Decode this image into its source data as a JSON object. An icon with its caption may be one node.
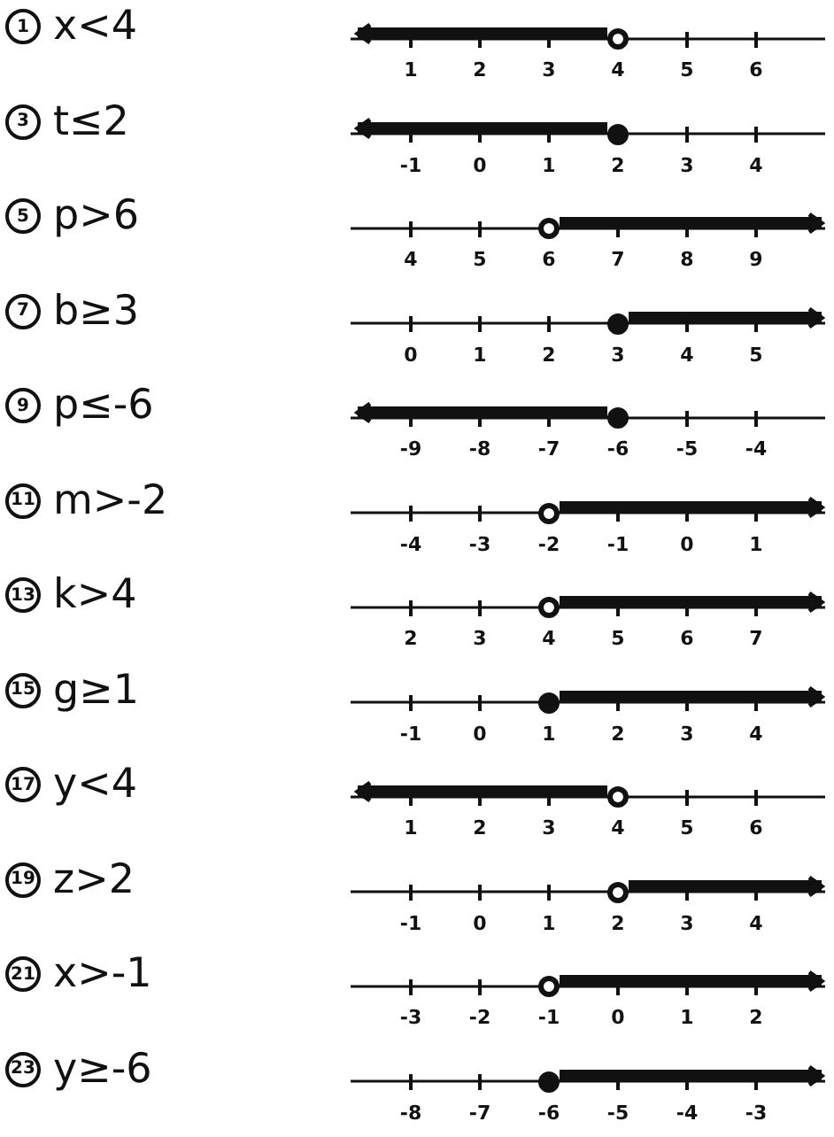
{
  "diagram": {
    "nodes": [
      {
        "text": [
          "1"
        ],
        "beside": [
          "x<4"
        ]
      },
      {
        "text": [],
        "shape": "circle"
      },
      {
        "text": [
          "3"
        ],
        "beside": [
          "t≤2"
        ]
      },
      {
        "text": [],
        "shape": "dot"
      },
      {
        "text": [
          "5"
        ],
        "beside": [
          "p>6"
        ]
      },
      {
        "text": [],
        "shape": "circle"
      },
      {
        "text": [
          "7"
        ],
        "beside": [
          "b≥3"
        ]
      },
      {
        "text": [],
        "shape": "dot"
      },
      {
        "text": [
          "9"
        ],
        "beside": [
          "p≤-6"
        ]
      },
      {
        "text": [],
        "shape": "dot"
      },
      {
        "text": [
          "11"
        ],
        "beside": [
          "m>-2"
        ]
      },
      {
        "text": [],
        "shape": "circle"
      },
      {
        "text": [
          "13"
        ],
        "beside": [
          "k>4"
        ]
      },
      {
        "text": [],
        "shape": "circle"
      },
      {
        "text": [
          "15"
        ],
        "beside": [
          "g≥1"
        ]
      },
      {
        "text": [],
        "shape": "dot"
      },
      {
        "text": [
          "17"
        ],
        "beside": [
          "y<4"
        ]
      },
      {
        "text": [],
        "shape": "circle"
      },
      {
        "text": [
          "19"
        ],
        "beside": [
          "z>2"
        ]
      },
      {
        "text": [],
        "shape": "circle"
      },
      {
        "text": [
          "21"
        ],
        "beside": [
          "x>-1"
        ]
      },
      {
        "text": [],
        "shape": "circle"
      },
      {
        "text": [
          "23"
        ],
        "beside": [
          "y≥-6"
        ]
      },
      {
        "text": [],
        "shape": "dot"
      }
    ],
    "edges": [
      {
        "from": 1,
        "to": null,
        "arrow": "to"
      },
      {
        "from": 3,
        "to": null,
        "arrow": "to"
      },
      {
        "from": 5,
        "to": null,
        "arrow": "to"
      },
      {
        "from": 7,
        "to": null,
        "arrow": "to"
      },
      {
        "from": 9,
        "to": null,
        "arrow": "to"
      },
      {
        "from": 11,
        "to": null,
        "arrow": "to"
      },
      {
        "from": 13,
        "to": null,
        "arrow": "to"
      },
      {
        "from": 15,
        "to": null,
        "arrow": "to"
      },
      {
        "from": 17,
        "to": null,
        "arrow": "to"
      },
      {
        "from": 19,
        "to": null,
        "arrow": "to"
      },
      {
        "from": 21,
        "to": null,
        "arrow": "to"
      },
      {
        "from": 23,
        "to": null,
        "arrow": "to"
      }
    ],
    "labels": [
      "1",
      "2",
      "3",
      "4",
      "5",
      "6",
      "-1",
      "0",
      "1",
      "2",
      "3",
      "4",
      "4",
      "5",
      "6",
      "7",
      "8",
      "9",
      "0",
      "1",
      "2",
      "3",
      "4",
      "5",
      "-9",
      "-8",
      "-7",
      "-6",
      "-5",
      "-4",
      "-4",
      "-3",
      "-2",
      "-1",
      "0",
      "1",
      "2",
      "3",
      "4",
      "5",
      "6",
      "7",
      "-1",
      "0",
      "1",
      "2",
      "3",
      "4",
      "1",
      "2",
      "3",
      "4",
      "5",
      "6",
      "-1",
      "0",
      "1",
      "2",
      "3",
      "4",
      "-3",
      "-2",
      "-1",
      "0",
      "1",
      "2",
      "-8",
      "-7",
      "-6",
      "-5",
      "-4",
      "-3"
    ]
  }
}
